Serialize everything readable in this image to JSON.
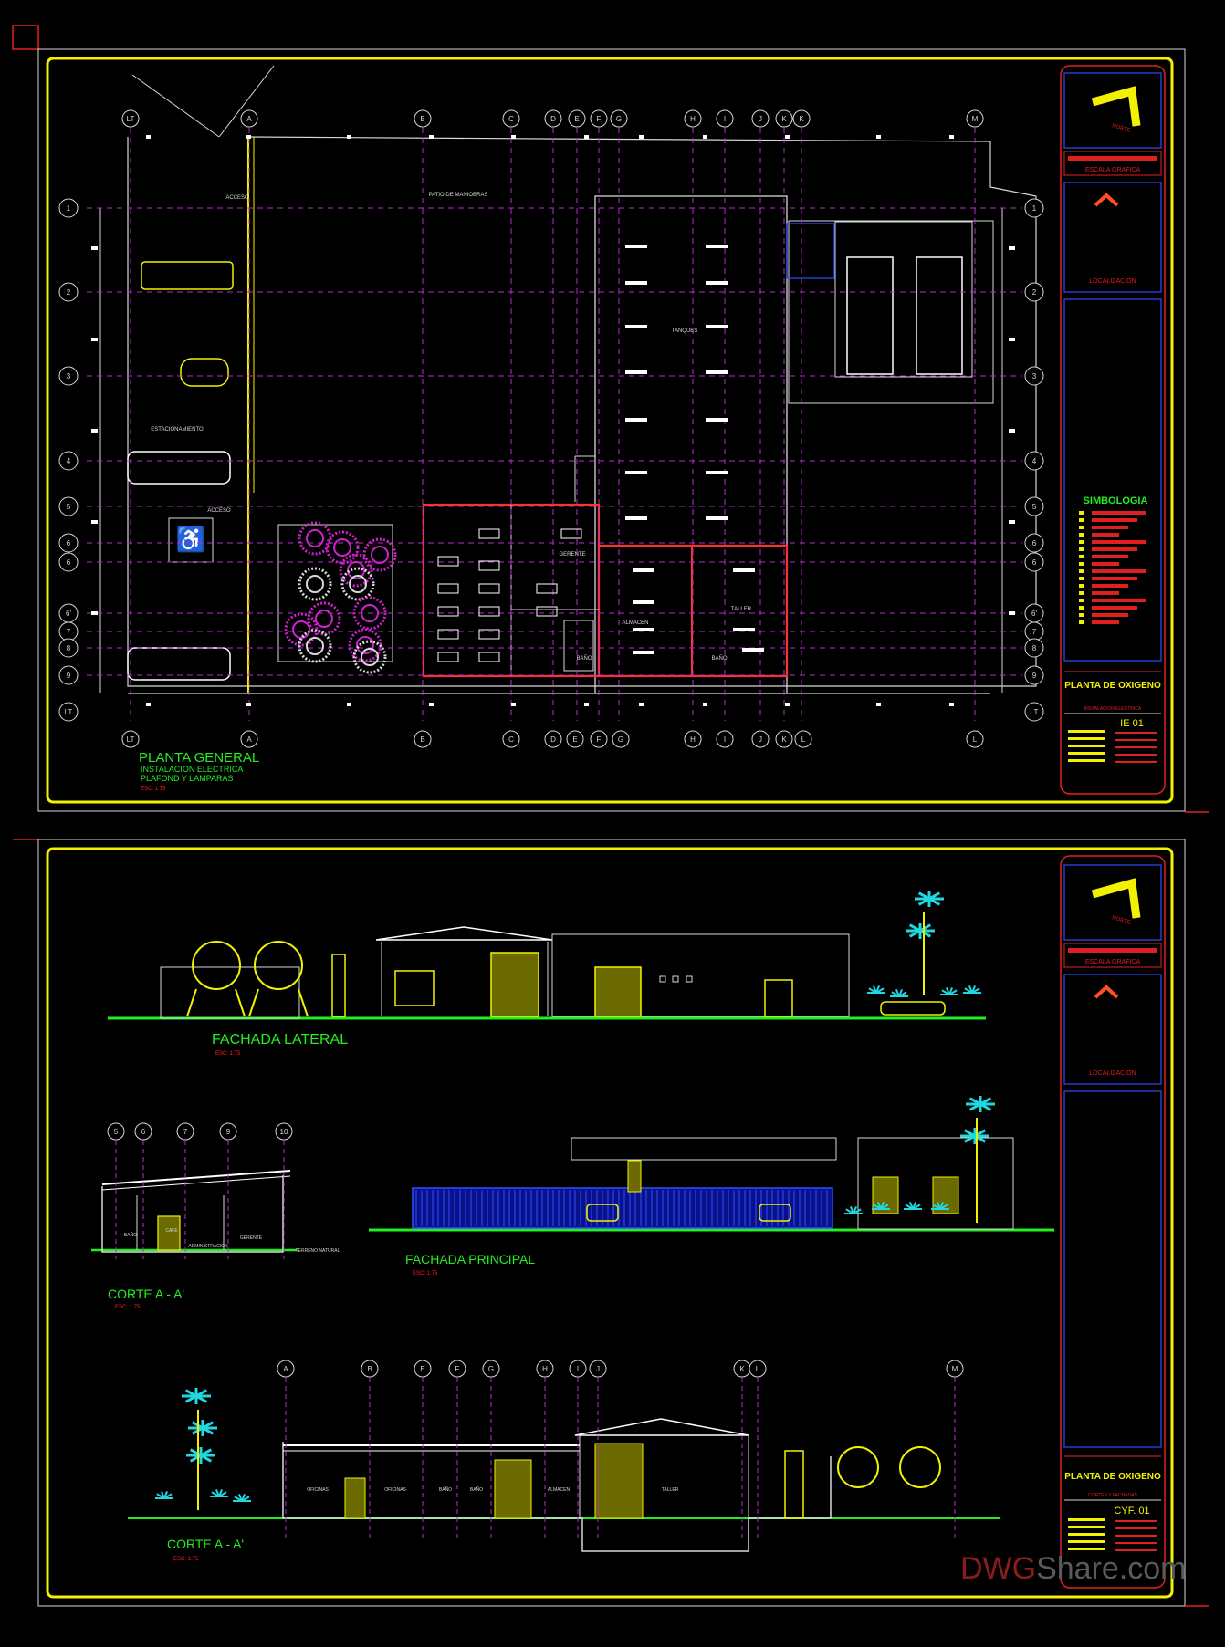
{
  "sheet1": {
    "grid_letters_top": [
      "LT",
      "A",
      "B",
      "C",
      "D",
      "E",
      "F",
      "G",
      "H",
      "I",
      "J",
      "K",
      "K",
      "M"
    ],
    "grid_letters_bottom": [
      "LT",
      "A",
      "B",
      "C",
      "D",
      "E",
      "F",
      "G",
      "H",
      "I",
      "J",
      "K",
      "L",
      "L"
    ],
    "grid_numbers_left": [
      "1",
      "2",
      "3",
      "4",
      "5",
      "6",
      "6",
      "6'",
      "7",
      "8",
      "9",
      "LT"
    ],
    "grid_numbers_right": [
      "1",
      "2",
      "3",
      "4",
      "5",
      "6",
      "6",
      "6'",
      "7",
      "8",
      "9",
      "LT"
    ],
    "room_labels": {
      "acceso1": "ACCESO",
      "acceso2": "ACCESO",
      "patio": "PATIO DE MANIOBRAS",
      "estacionamiento": "ESTACIONAMIENTO",
      "gerente": "GERENTE",
      "almacen": "ALMACEN",
      "taller": "TALLER",
      "bano1": "BAÑO",
      "bano2": "BAÑO",
      "tanques": "TANQUES"
    },
    "title_main": "PLANTA GENERAL",
    "title_sub1": "INSTALACION ELECTRICA",
    "title_sub2": "PLAFOND Y LAMPARAS",
    "title_scale": "ESC: 1:75",
    "titleblock": {
      "north": "NORTE",
      "escala": "ESCALA GRAFICA",
      "localizacion": "LOCALIZACION",
      "simbologia": "SIMBOLOGIA",
      "project": "PLANTA DE OXIGENO",
      "drawing": "INSTALACION ELECTRICA",
      "sheet_no": "IE 01"
    }
  },
  "sheet2": {
    "fachada_lateral": "FACHADA LATERAL",
    "fachada_lateral_scale": "ESC: 1:75",
    "corte1_title": "CORTE A - A'",
    "corte1_scale": "ESC: 1:75",
    "corte1_axes": [
      "5",
      "6",
      "7",
      "9",
      "10"
    ],
    "corte1_labels": {
      "bano": "BAÑO",
      "cafe": "CAFE",
      "administracion": "ADMINISTRACION",
      "gerente": "GERENTE",
      "terreno": "TERRENO NATURAL"
    },
    "fachada_principal": "FACHADA PRINCIPAL",
    "fachada_principal_scale": "ESC: 1:75",
    "corte2_title": "CORTE A - A'",
    "corte2_scale": "ESC: 1:75",
    "corte2_axes": [
      "A",
      "B",
      "E",
      "F",
      "G",
      "H",
      "I",
      "J",
      "K",
      "L",
      "M"
    ],
    "corte2_labels": {
      "oficinas1": "OFICINAS",
      "oficinas2": "OFICINAS",
      "bano1": "BAÑO",
      "bano2": "BAÑO",
      "almacen": "ALMACEN",
      "taller": "TALLER"
    },
    "titleblock": {
      "north": "NORTE",
      "escala": "ESCALA GRAFICA",
      "localizacion": "LOCALIZACION",
      "project": "PLANTA DE OXIGENO",
      "drawing": "CORTES Y FACHADAS",
      "sheet_no": "CYF. 01"
    }
  },
  "watermark": {
    "a": "DWG",
    "b": "Share.com"
  }
}
